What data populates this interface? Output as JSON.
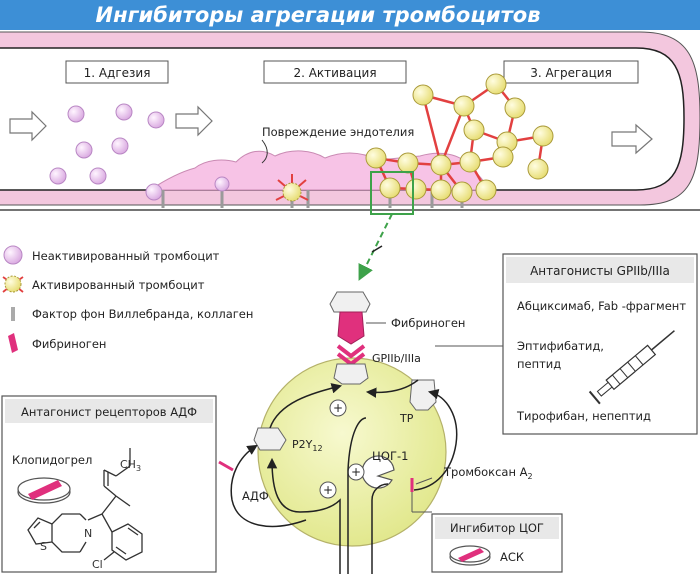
{
  "title": "Ингибиторы агрегации тромбоцитов",
  "stages": [
    "1. Адгезия",
    "2. Активация",
    "3. Агрегация"
  ],
  "damage_label": "Повреждение эндотелия",
  "legend": {
    "inactive": "Неактивированный тромбоцит",
    "active": "Активированный тромбоцит",
    "vwf": "Фактор фон Виллебранда, коллаген",
    "fibrinogen": "Фибриноген"
  },
  "receptor": {
    "fibrinogen": "Фибриноген",
    "gp": "GPIIb/IIIa",
    "tp": "TP",
    "p2y_main": "P2Y",
    "p2y_sub": "12",
    "cox": "ЦОГ-1",
    "adp": "АДФ",
    "thromboxane_main": "Тромбоксан A",
    "thromboxane_sub": "2",
    "plus": "+"
  },
  "gp_box": {
    "title": "Антагонисты GPIIb/IIIa",
    "line1": "Абциксимаб, Fab -фрагмент",
    "line2a": "Эптифибатид,",
    "line2b": "пептид",
    "line3": "Тирофибан, непептид"
  },
  "adp_box": {
    "title": "Антагонист рецепторов АДФ",
    "drug": "Клопидогрел",
    "ch3_main": "CH",
    "ch3_sub": "3",
    "atom_s": "S",
    "atom_n": "N",
    "atom_cl": "Cl"
  },
  "cox_box": {
    "title": "Ингибитор ЦОГ",
    "drug": "АСК"
  },
  "colors": {
    "title_bg": "#3d8fd6",
    "vessel_wall": "#f3c7de",
    "tissue": "#f7c3e6",
    "platelet": "#ecd2f0",
    "active_platelet": "#f0eb9a",
    "fibrinogen": "#e0307d",
    "link": "#e24040",
    "cell": "#ecf0a9"
  }
}
